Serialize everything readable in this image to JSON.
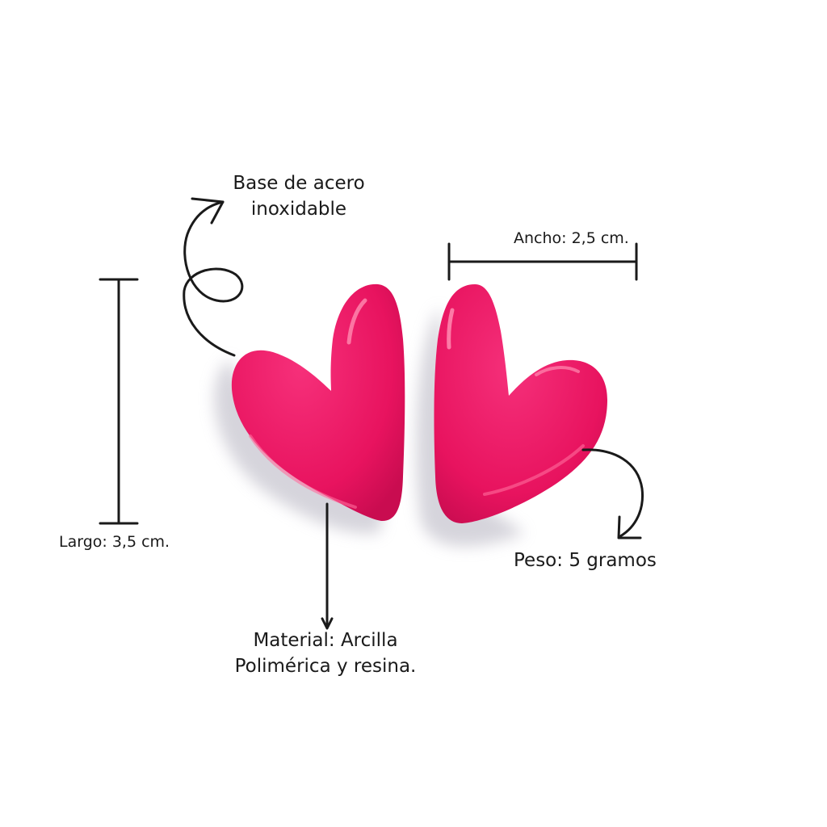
{
  "annotations": {
    "base": {
      "line1": "Base de acero",
      "line2": "inoxidable"
    },
    "ancho": "Ancho: 2,5 cm.",
    "largo": "Largo: 3,5 cm.",
    "peso": "Peso: 5 gramos",
    "material": {
      "line1": "Material: Arcilla",
      "line2": "Polimérica y resina."
    }
  },
  "colors": {
    "heart": "#e8135f",
    "heart_highlight": "#ff6c9c",
    "shadow": "#d5d4dc",
    "ink": "#1a1a1a"
  }
}
